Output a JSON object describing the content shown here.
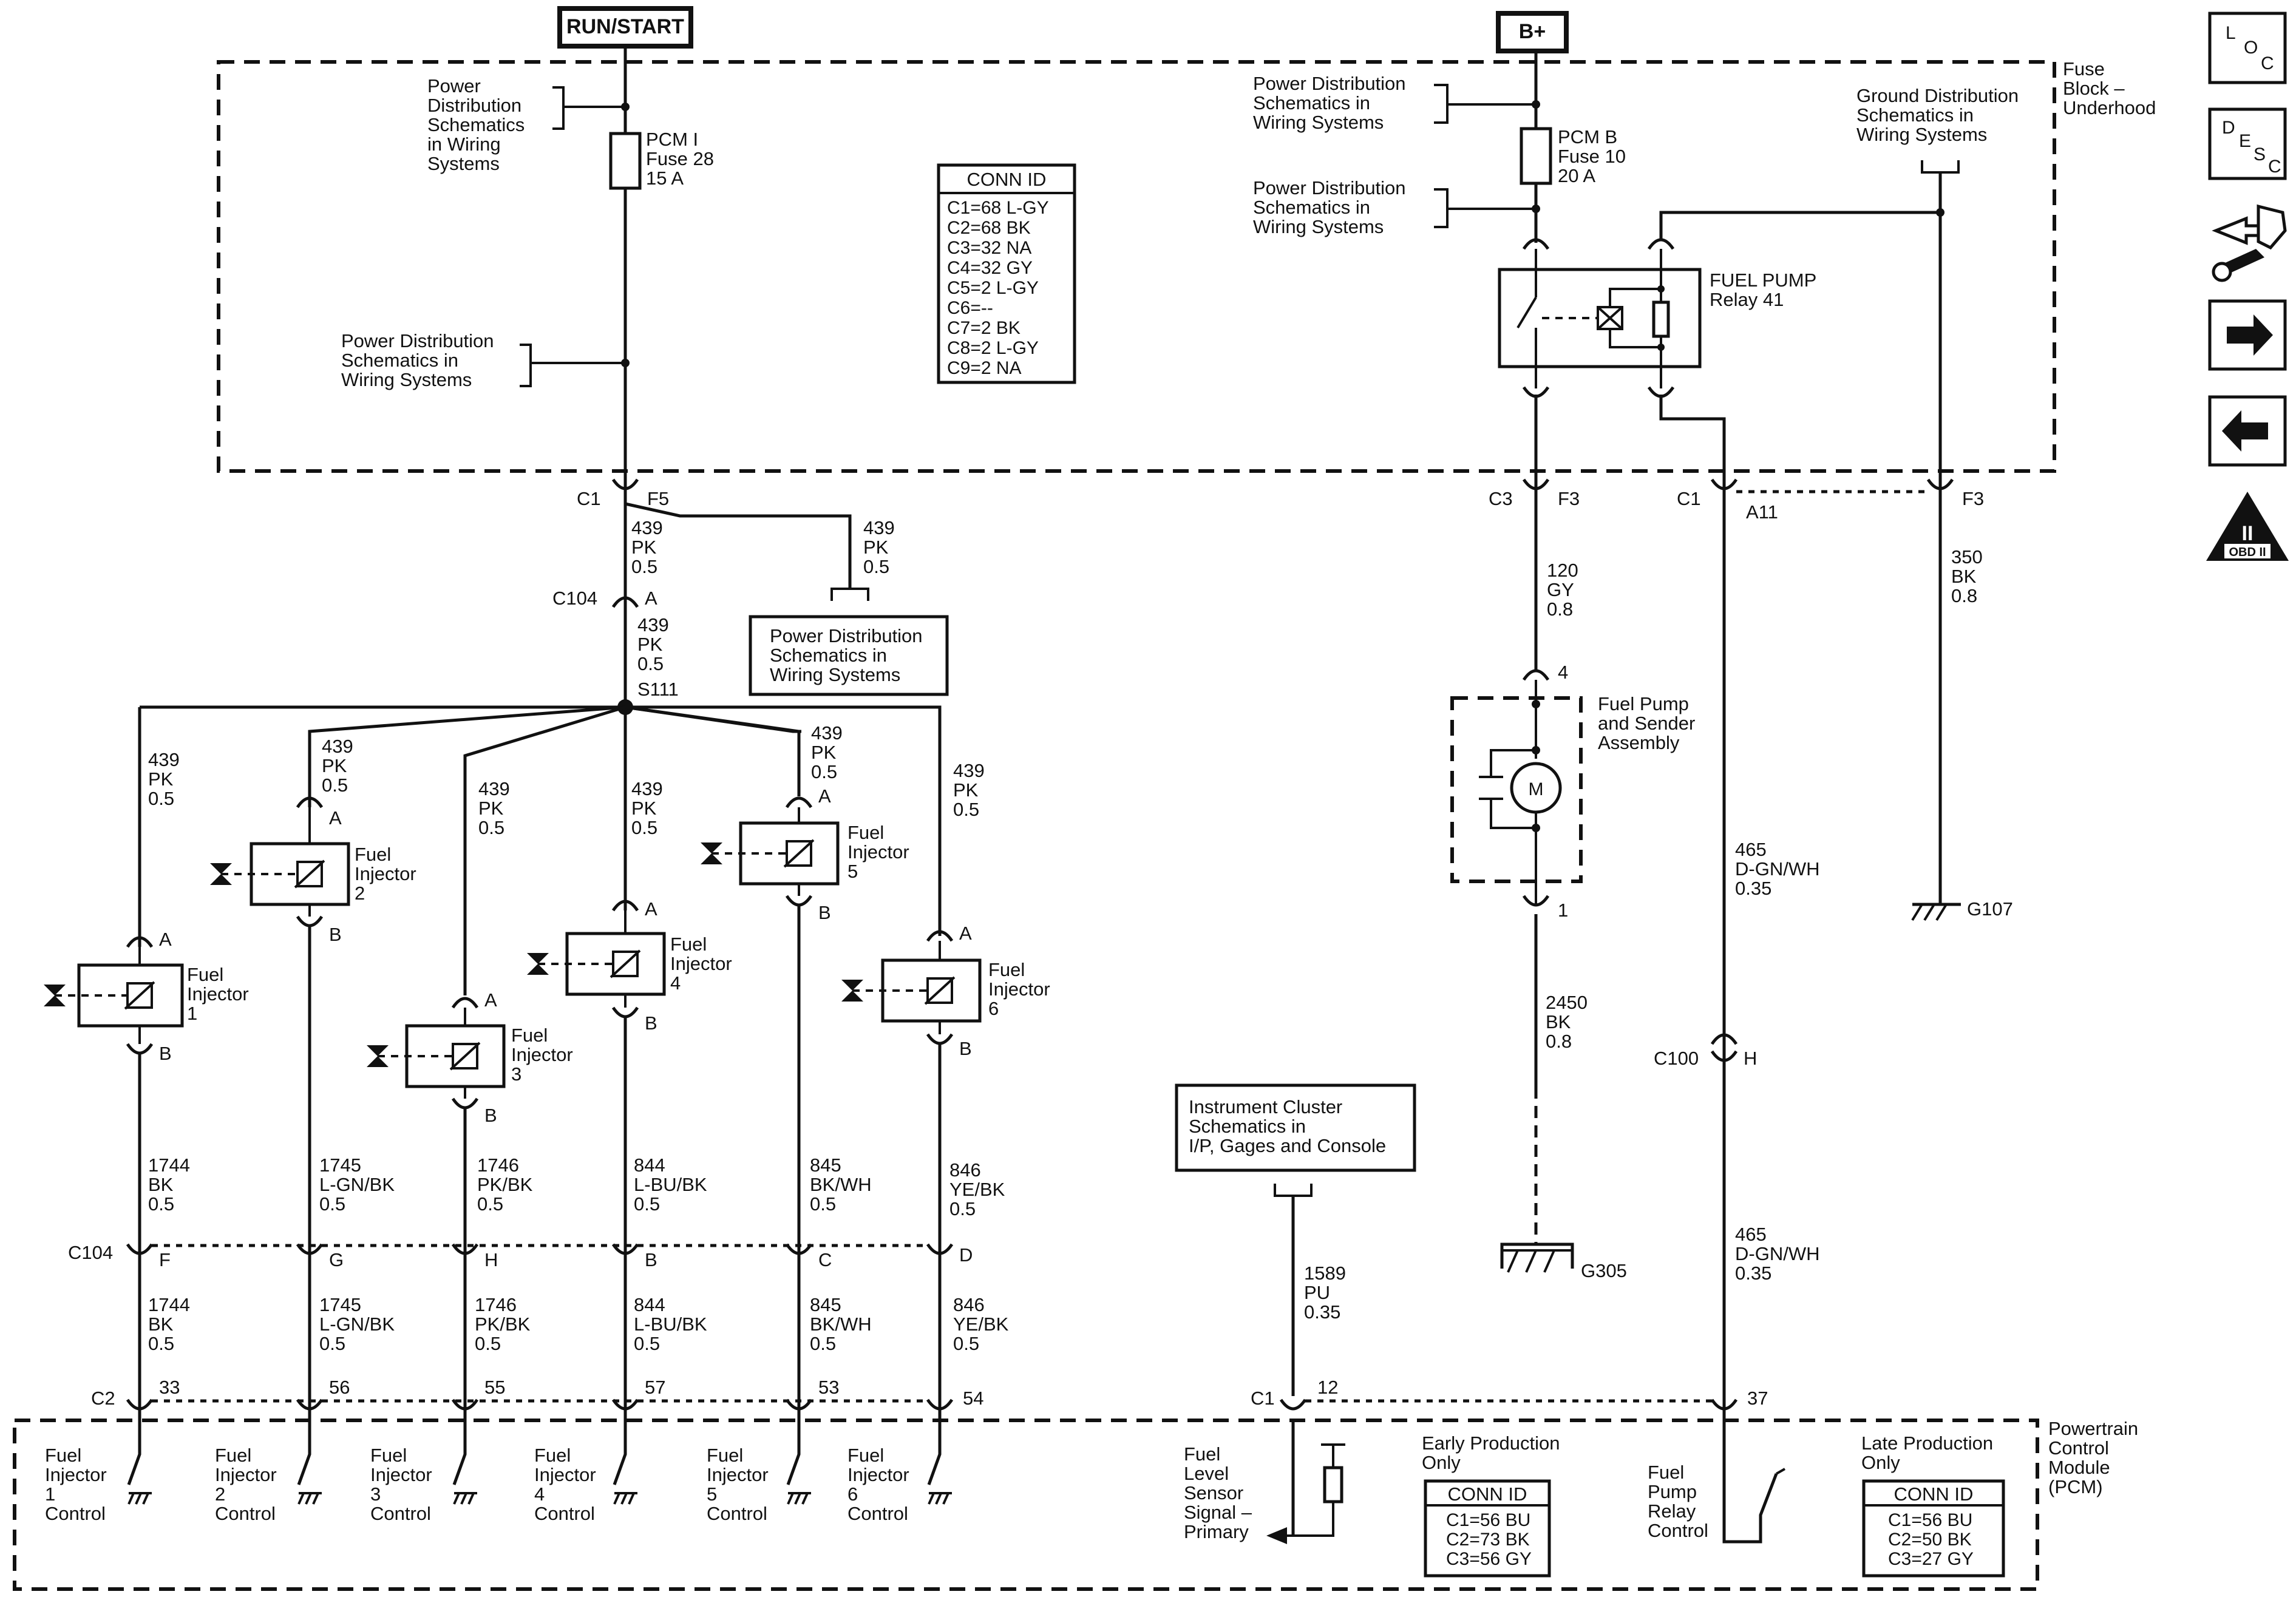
{
  "top_labels": {
    "run_start": "RUN/START",
    "bplus": "B+"
  },
  "fuse_block": {
    "label_1": "Fuse",
    "label_2": "Block –",
    "label_3": "Underhood"
  },
  "pcm_fuse28": {
    "l1": "PCM I",
    "l2": "Fuse 28",
    "l3": "15 A"
  },
  "pcm_fuse10": {
    "l1": "PCM B",
    "l2": "Fuse 10",
    "l3": "20 A"
  },
  "pds": {
    "l1": "Power",
    "l2": "Distribution",
    "l3": "Schematics",
    "l4": "in Wiring",
    "l5": "Systems"
  },
  "pds_long": {
    "l1": "Power Distribution",
    "l2": "Schematics in",
    "l3": "Wiring Systems"
  },
  "gds": {
    "l1": "Ground Distribution",
    "l2": "Schematics in",
    "l3": "Wiring Systems"
  },
  "conn_id_top": {
    "title": "CONN ID",
    "rows": [
      "C1=68 L-GY",
      "C2=68 BK",
      "C3=32 NA",
      "C4=32 GY",
      "C5=2 L-GY",
      "C6=--",
      "C7=2 BK",
      "C8=2 L-GY",
      "C9=2 NA"
    ]
  },
  "fuel_pump_relay": {
    "l1": "FUEL PUMP",
    "l2": "Relay 41"
  },
  "connectors": {
    "c1": "C1",
    "f5": "F5",
    "c104": "C104",
    "a": "A",
    "s111": "S111",
    "c3": "C3",
    "f3": "F3",
    "a11": "A11",
    "c100": "C100",
    "h": "H",
    "c2": "C2",
    "pin4": "4",
    "pin1": "1",
    "pin12": "12",
    "pin37": "37",
    "F": "F",
    "G": "G",
    "H": "H",
    "B": "B",
    "C": "C",
    "D": "D",
    "p33": "33",
    "p56": "56",
    "p55": "55",
    "p57": "57",
    "p53": "53",
    "p54": "54"
  },
  "wires": {
    "w439": {
      "l1": "439",
      "l2": "PK",
      "l3": "0.5"
    },
    "w120": {
      "l1": "120",
      "l2": "GY",
      "l3": "0.8"
    },
    "w350": {
      "l1": "350",
      "l2": "BK",
      "l3": "0.8"
    },
    "w465": {
      "l1": "465",
      "l2": "D-GN/WH",
      "l3": "0.35"
    },
    "w2450": {
      "l1": "2450",
      "l2": "BK",
      "l3": "0.8"
    },
    "w1589": {
      "l1": "1589",
      "l2": "PU",
      "l3": "0.35"
    },
    "w1744": {
      "l1": "1744",
      "l2": "BK",
      "l3": "0.5"
    },
    "w1745": {
      "l1": "1745",
      "l2": "L-GN/BK",
      "l3": "0.5"
    },
    "w1746": {
      "l1": "1746",
      "l2": "PK/BK",
      "l3": "0.5"
    },
    "w844": {
      "l1": "844",
      "l2": "L-BU/BK",
      "l3": "0.5"
    },
    "w845": {
      "l1": "845",
      "l2": "BK/WH",
      "l3": "0.5"
    },
    "w846": {
      "l1": "846",
      "l2": "YE/BK",
      "l3": "0.5"
    }
  },
  "injectors": {
    "fuel": "Fuel",
    "injector": "Injector",
    "n1": "1",
    "n2": "2",
    "n3": "3",
    "n4": "4",
    "n5": "5",
    "n6": "6",
    "pin_a": "A",
    "pin_b": "B"
  },
  "fuel_pump_assy": {
    "l1": "Fuel Pump",
    "l2": "and Sender",
    "l3": "Assembly",
    "motor": "M"
  },
  "grounds": {
    "g107": "G107",
    "g305": "G305"
  },
  "instrument_cluster": {
    "l1": "Instrument Cluster",
    "l2": "Schematics in",
    "l3": "I/P, Gages and Console"
  },
  "pcm": {
    "l1": "Powertrain",
    "l2": "Control",
    "l3": "Module",
    "l4": "(PCM)"
  },
  "pcm_labels": {
    "fuel": "Fuel",
    "injector": "Injector",
    "control": "Control",
    "n1": "1",
    "n2": "2",
    "n3": "3",
    "n4": "4",
    "n5": "5",
    "n6": "6",
    "fls1": "Fuel",
    "fls2": "Level",
    "fls3": "Sensor",
    "fls4": "Signal –",
    "fls5": "Primary",
    "fpr1": "Fuel",
    "fpr2": "Pump",
    "fpr3": "Relay",
    "fpr4": "Control"
  },
  "early_prod": {
    "l1": "Early Production",
    "l2": "Only",
    "title": "CONN ID",
    "rows": [
      "C1=56 BU",
      "C2=73 BK",
      "C3=56 GY"
    ]
  },
  "late_prod": {
    "l1": "Late Production",
    "l2": "Only",
    "title": "CONN ID",
    "rows": [
      "C1=56 BU",
      "C2=50 BK",
      "C3=27 GY"
    ]
  },
  "sidebar": {
    "loc": [
      "L",
      "O",
      "C"
    ],
    "desc": [
      "D",
      "E",
      "S",
      "C"
    ],
    "obd": "II",
    "obd_sub": "OBD II"
  }
}
